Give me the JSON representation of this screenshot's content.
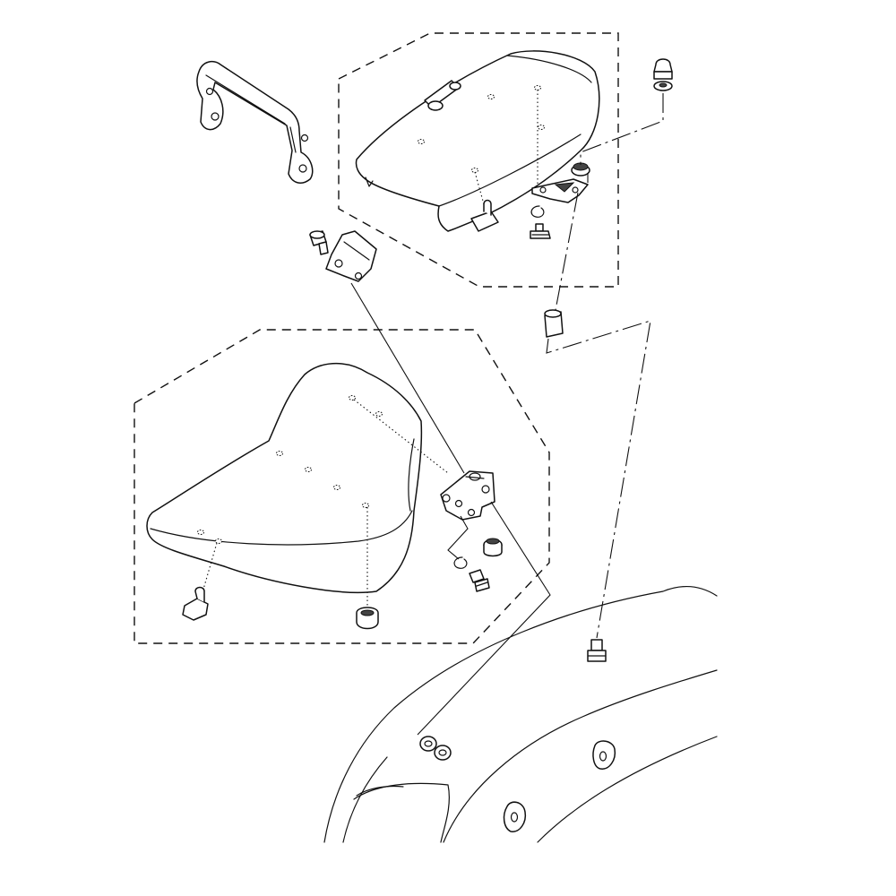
{
  "diagram": {
    "kind": "exploded-parts-view",
    "labels": [],
    "groups": [
      {
        "id": "passenger-seat-group",
        "boundary": "dashed"
      },
      {
        "id": "rider-seat-group",
        "boundary": "dashed"
      }
    ],
    "parts": [
      "grab-bar",
      "passenger-seat",
      "passenger-seat-bracket",
      "passenger-seat-nut",
      "rider-seat",
      "seat-hinge-bracket",
      "front-seat-bracket",
      "rear-fender",
      "collar",
      "damper",
      "bolt",
      "washer",
      "acorn-nut"
    ],
    "colors": {
      "line": "#111111",
      "background": "#ffffff"
    }
  }
}
